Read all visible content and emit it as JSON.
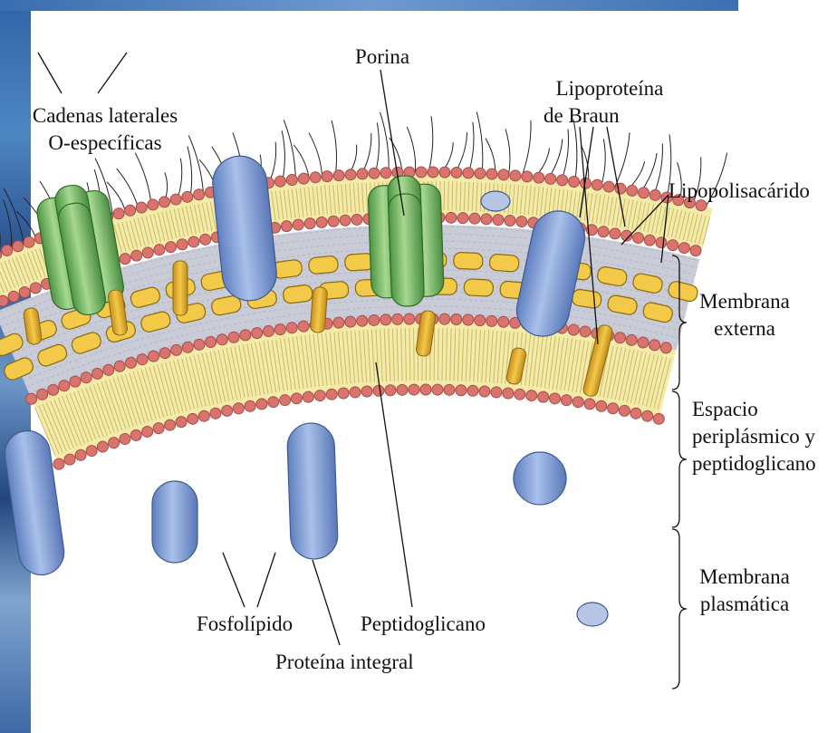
{
  "labels": {
    "cadenas_line1": "Cadenas laterales",
    "cadenas_line2": "O-específicas",
    "porina": "Porina",
    "lipoproteina_line1": "Lipoproteína",
    "lipoproteina_line2": "de Braun",
    "lipopolisacarido": "Lipopolisacárido",
    "membrana_externa_line1": "Membrana",
    "membrana_externa_line2": "externa",
    "espacio_line1": "Espacio",
    "espacio_line2": "periplásmico y",
    "espacio_line3": "peptidoglicano",
    "membrana_plasmatica_line1": "Membrana",
    "membrana_plasmatica_line2": "plasmática",
    "fosfolipido": "Fosfolípido",
    "peptidoglicano": "Peptidoglicano",
    "proteina_integral": "Proteína integral"
  },
  "colors": {
    "phospholipid_head": "#d9736e",
    "phospholipid_head_stroke": "#a84c48",
    "lipid_tail": "#f5eba9",
    "periplasm": "#c9cbd6",
    "peptidoglycan": "#f3c94a",
    "peptidoglycan_stroke": "#8a6a10",
    "integral_protein": "#8ea9dc",
    "porin": "#7cbf6e",
    "lipoprotein": "#e8b43a"
  }
}
